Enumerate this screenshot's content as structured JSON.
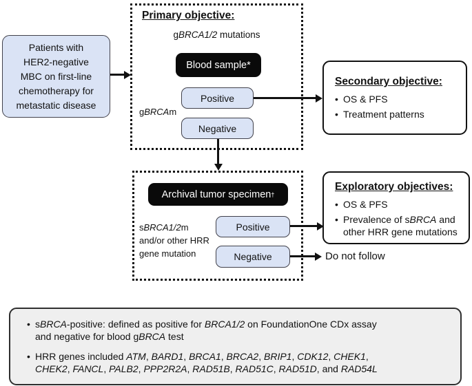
{
  "colors": {
    "light_blue_fill": "#dae3f5",
    "node_border": "#40404a",
    "black_fill": "#0a0a0a",
    "footnote_fill": "#efefef",
    "line_color": "#111111"
  },
  "patient_box": {
    "lines": [
      "Patients with",
      "HER2-negative",
      "MBC on first-line",
      "chemotherapy for",
      "metastatic disease"
    ]
  },
  "primary": {
    "title": "Primary objective:",
    "subtitle": [
      {
        "t": "g"
      },
      {
        "t": "BRCA1/2",
        "i": true
      },
      {
        "t": " mutations"
      }
    ],
    "blood_sample": "Blood sample*",
    "side_label": [
      {
        "t": "g"
      },
      {
        "t": "BRCA",
        "i": true
      },
      {
        "t": "m"
      }
    ],
    "positive": "Positive",
    "negative": "Negative"
  },
  "secondary": {
    "title": "Secondary objective:",
    "bullets": [
      "OS & PFS",
      "Treatment patterns"
    ]
  },
  "tumor": {
    "specimen": [
      {
        "t": "Archival tumor specimen"
      },
      {
        "t": "†",
        "sup": true
      }
    ],
    "side_label_lines": [
      [
        {
          "t": "s"
        },
        {
          "t": "BRCA1/2",
          "i": true
        },
        {
          "t": "m"
        }
      ],
      [
        {
          "t": "and/or other HRR"
        }
      ],
      [
        {
          "t": "gene mutation"
        }
      ]
    ],
    "positive": "Positive",
    "negative": "Negative"
  },
  "exploratory": {
    "title": "Exploratory objectives:",
    "bullet1": "OS & PFS",
    "bullet2_line1": [
      {
        "t": "Prevalence of s"
      },
      {
        "t": "BRCA",
        "i": true
      },
      {
        "t": " and"
      }
    ],
    "bullet2_line2": [
      {
        "t": "other HRR gene mutations"
      }
    ]
  },
  "do_not_follow": "Do not follow",
  "footnotes": {
    "bullet1_lines": [
      [
        {
          "t": "s"
        },
        {
          "t": "BRCA",
          "i": true
        },
        {
          "t": "-positive: defined as positive for "
        },
        {
          "t": "BRCA1/2",
          "i": true
        },
        {
          "t": " on FoundationOne CDx assay"
        }
      ],
      [
        {
          "t": "and negative for blood g"
        },
        {
          "t": "BRCA",
          "i": true
        },
        {
          "t": " test"
        }
      ]
    ],
    "bullet2_lines": [
      [
        {
          "t": "HRR genes included "
        },
        {
          "t": "ATM",
          "i": true
        },
        {
          "t": ", "
        },
        {
          "t": "BARD1",
          "i": true
        },
        {
          "t": ", "
        },
        {
          "t": "BRCA1",
          "i": true
        },
        {
          "t": ", "
        },
        {
          "t": "BRCA2",
          "i": true
        },
        {
          "t": ", "
        },
        {
          "t": "BRIP1",
          "i": true
        },
        {
          "t": ", "
        },
        {
          "t": "CDK12",
          "i": true
        },
        {
          "t": ", "
        },
        {
          "t": "CHEK1",
          "i": true
        },
        {
          "t": ","
        }
      ],
      [
        {
          "t": "CHEK2",
          "i": true
        },
        {
          "t": ", "
        },
        {
          "t": "FANCL",
          "i": true
        },
        {
          "t": ", "
        },
        {
          "t": "PALB2",
          "i": true
        },
        {
          "t": ", "
        },
        {
          "t": "PPP2R2A",
          "i": true
        },
        {
          "t": ", "
        },
        {
          "t": "RAD51B",
          "i": true
        },
        {
          "t": ", "
        },
        {
          "t": "RAD51C",
          "i": true
        },
        {
          "t": ", "
        },
        {
          "t": "RAD51D",
          "i": true
        },
        {
          "t": ", and "
        },
        {
          "t": "RAD54L",
          "i": true
        }
      ]
    ]
  }
}
